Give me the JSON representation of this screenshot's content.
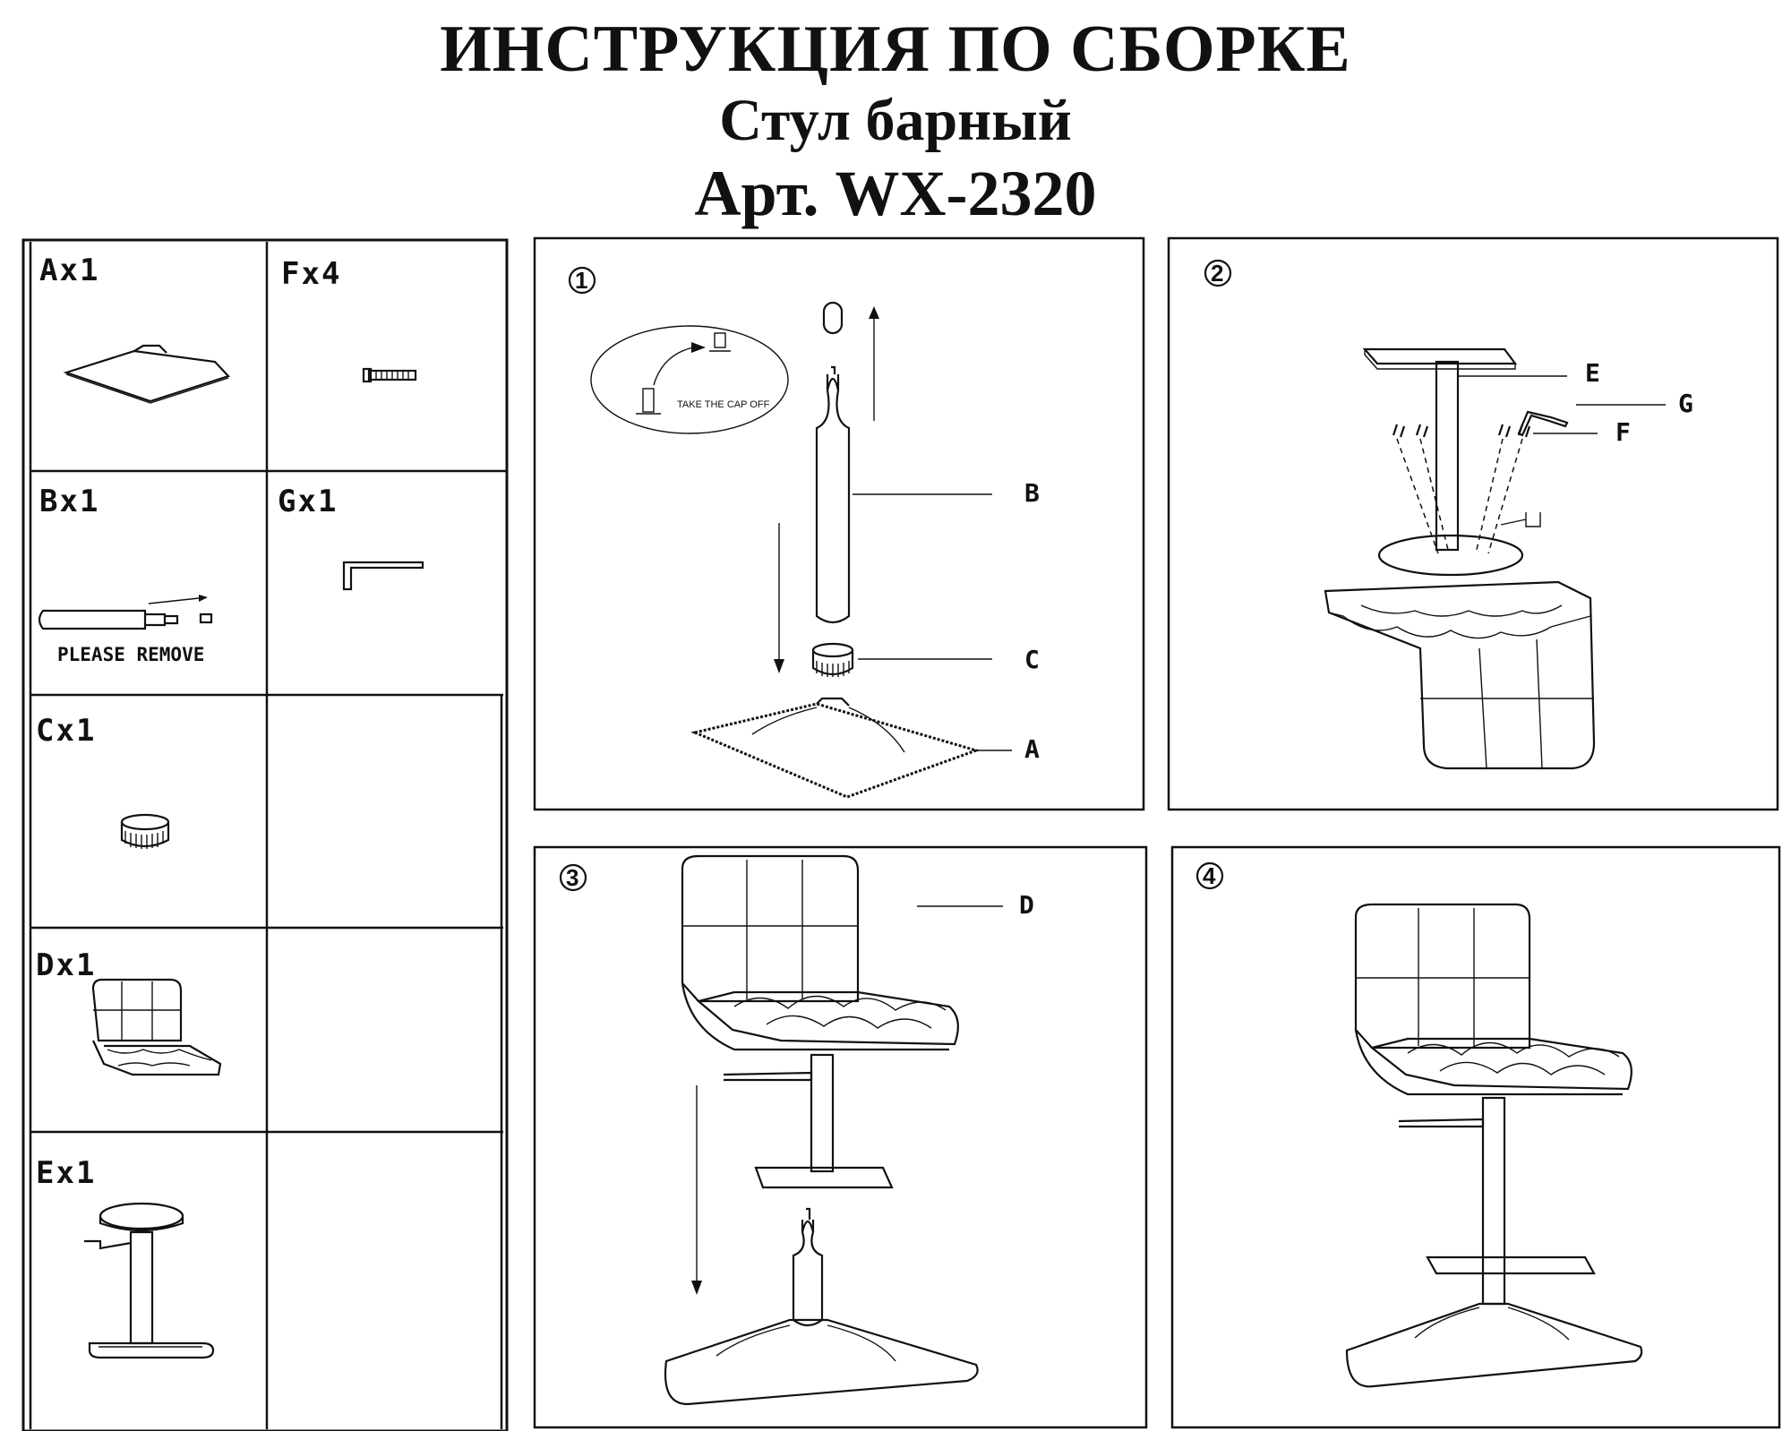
{
  "header": {
    "title": "ИНСТРУКЦИЯ ПО СБОРКЕ",
    "product": "Стул барный",
    "article": "Арт. WX-2320"
  },
  "parts": [
    {
      "id": "A",
      "label": "Ax1"
    },
    {
      "id": "F",
      "label": "Fx4"
    },
    {
      "id": "B",
      "label": "Bx1",
      "note": "PLEASE REMOVE"
    },
    {
      "id": "G",
      "label": "Gx1"
    },
    {
      "id": "C",
      "label": "Cx1"
    },
    {
      "id": "D",
      "label": "Dx1"
    },
    {
      "id": "E",
      "label": "Ex1"
    }
  ],
  "steps": [
    {
      "number": "1",
      "callout": "TAKE THE CAP OFF",
      "labels": [
        "B",
        "C",
        "A"
      ]
    },
    {
      "number": "2",
      "labels": [
        "E",
        "G",
        "F"
      ]
    },
    {
      "number": "3",
      "labels": [
        "D"
      ]
    },
    {
      "number": "4",
      "labels": []
    }
  ]
}
